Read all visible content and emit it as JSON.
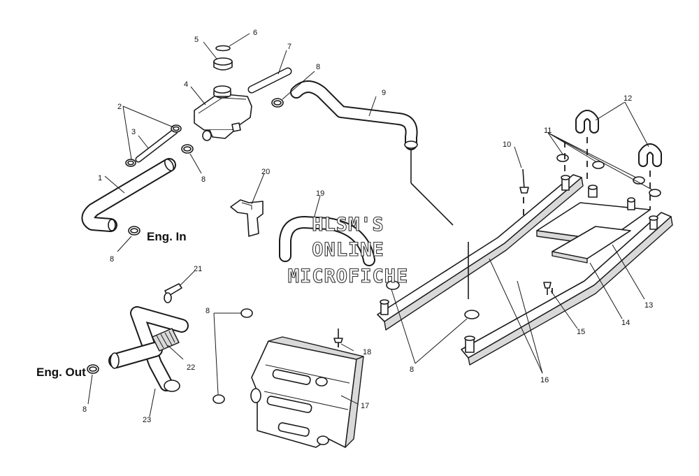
{
  "watermark": [
    "HLSM'S",
    "ONLINE",
    "MICROFICHE"
  ],
  "labels": {
    "eng_in": "Eng. In",
    "eng_out": "Eng. Out"
  },
  "callouts": {
    "c1": "1",
    "c2": "2",
    "c3": "3",
    "c4": "4",
    "c5": "5",
    "c6": "6",
    "c7": "7",
    "c8_top": "8",
    "c8_right_clamp": "8",
    "c8_eng_in": "8",
    "c8_center": "8",
    "c8_eng_out": "8",
    "c8_bottom": "8",
    "c9": "9",
    "c10": "10",
    "c11": "11",
    "c12": "12",
    "c13": "13",
    "c14": "14",
    "c15": "15",
    "c16": "16",
    "c17": "17",
    "c18": "18",
    "c19": "19",
    "c20": "20",
    "c21": "21",
    "c22": "22",
    "c23": "23"
  }
}
